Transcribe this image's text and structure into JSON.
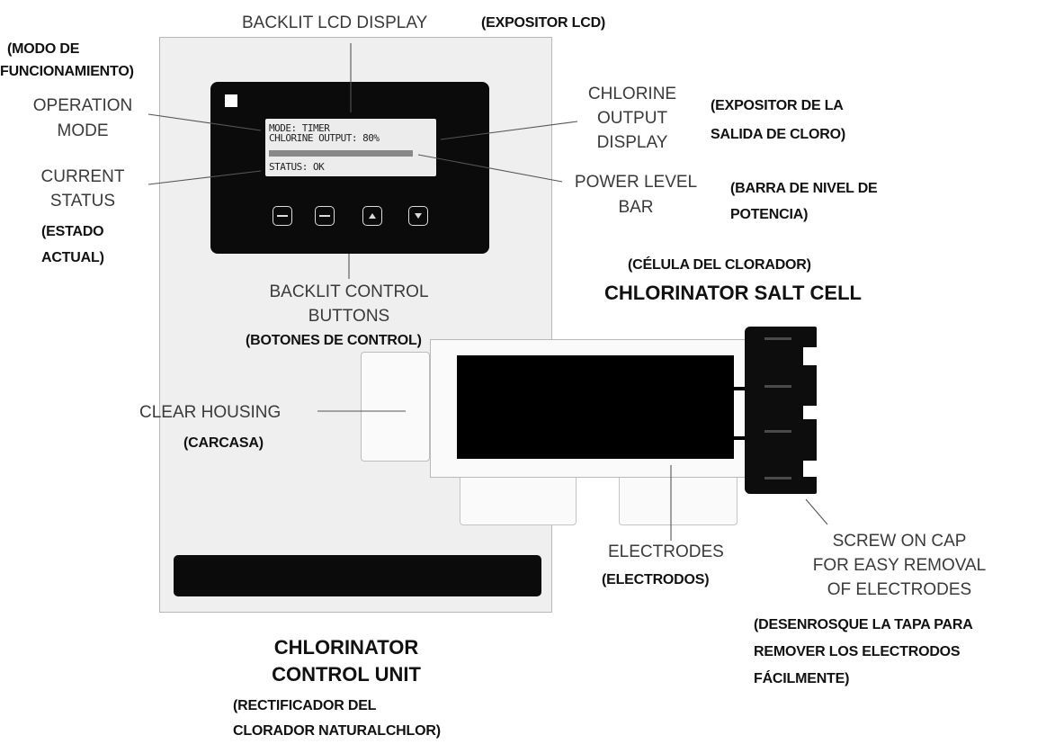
{
  "labels": {
    "backlit_lcd": "BACKLIT LCD DISPLAY",
    "backlit_lcd_es": "(EXPOSITOR LCD)",
    "operation_mode_es_1": "(MODO DE",
    "operation_mode_es_2": "FUNCIONAMIENTO)",
    "operation_mode_1": "OPERATION",
    "operation_mode_2": "MODE",
    "current_status_1": "CURRENT",
    "current_status_2": "STATUS",
    "current_status_es_1": "(ESTADO",
    "current_status_es_2": "ACTUAL)",
    "chlorine_output_1": "CHLORINE",
    "chlorine_output_2": "OUTPUT",
    "chlorine_output_3": "DISPLAY",
    "chlorine_output_es_1": "(EXPOSITOR DE LA",
    "chlorine_output_es_2": "SALIDA DE CLORO)",
    "power_level_1": "POWER LEVEL",
    "power_level_2": "BAR",
    "power_level_es_1": "(BARRA DE NIVEL DE",
    "power_level_es_2": "POTENCIA)",
    "control_buttons_1": "BACKLIT CONTROL",
    "control_buttons_2": "BUTTONS",
    "control_buttons_es": "(BOTONES DE CONTROL)",
    "salt_cell_es": "(CÉLULA DEL CLORADOR)",
    "salt_cell": "CHLORINATOR SALT CELL",
    "clear_housing": "CLEAR HOUSING",
    "clear_housing_es": "(CARCASA)",
    "electrodes": "ELECTRODES",
    "electrodes_es": "(ELECTRODOS)",
    "screw_cap_1": "SCREW ON CAP",
    "screw_cap_2": "FOR EASY REMOVAL",
    "screw_cap_3": "OF ELECTRODES",
    "screw_cap_es_1": "(DESENROSQUE LA TAPA PARA",
    "screw_cap_es_2": "REMOVER LOS ELECTRODOS",
    "screw_cap_es_3": "FÁCILMENTE)",
    "control_unit_1": "CHLORINATOR",
    "control_unit_2": "CONTROL UNIT",
    "control_unit_es_1": "(RECTIFICADOR DEL",
    "control_unit_es_2": "CLORADOR NATURALCHLOR)"
  },
  "lcd": {
    "line1": "MODE: TIMER",
    "line2": "CHLORINE OUTPUT: 80%",
    "line3": "STATUS: OK",
    "power_level_fraction": 0.8
  },
  "buttons": {
    "btn1": "menu-icon",
    "btn2": "enter-icon",
    "btn3": "arrow-up-icon",
    "btn4": "arrow-down-icon"
  }
}
